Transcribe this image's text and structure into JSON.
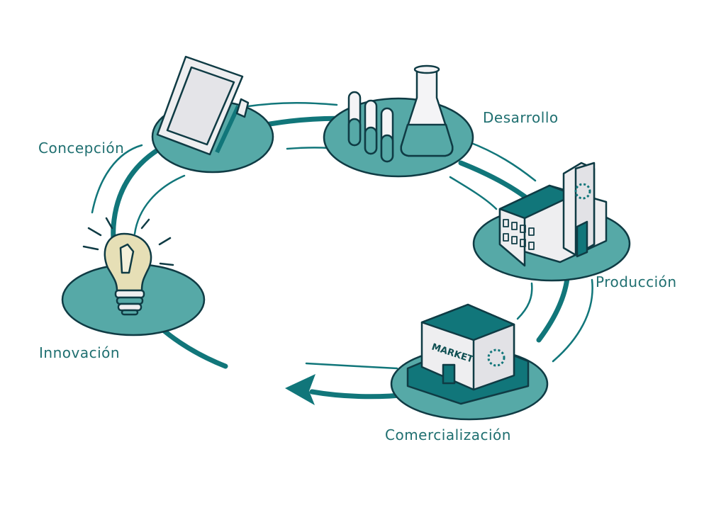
{
  "colors": {
    "teal_dark": "#11767a",
    "teal_mid": "#56a9a7",
    "outline": "#0f3b44",
    "label": "#1f6f70",
    "bulb": "#e6dfb6",
    "paper": "#eeeef0"
  },
  "stages": [
    {
      "id": "concepcion",
      "label": "Concepción",
      "icon": "canvas-easel-icon"
    },
    {
      "id": "desarrollo",
      "label": "Desarrollo",
      "icon": "test-tubes-flask-icon"
    },
    {
      "id": "produccion",
      "label": "Producción",
      "icon": "factory-icon"
    },
    {
      "id": "comercializacion",
      "label": "Comercialización",
      "icon": "market-store-icon"
    },
    {
      "id": "innovacion",
      "label": "Innovación",
      "icon": "lightbulb-icon"
    }
  ],
  "market_sign": "MARKET"
}
